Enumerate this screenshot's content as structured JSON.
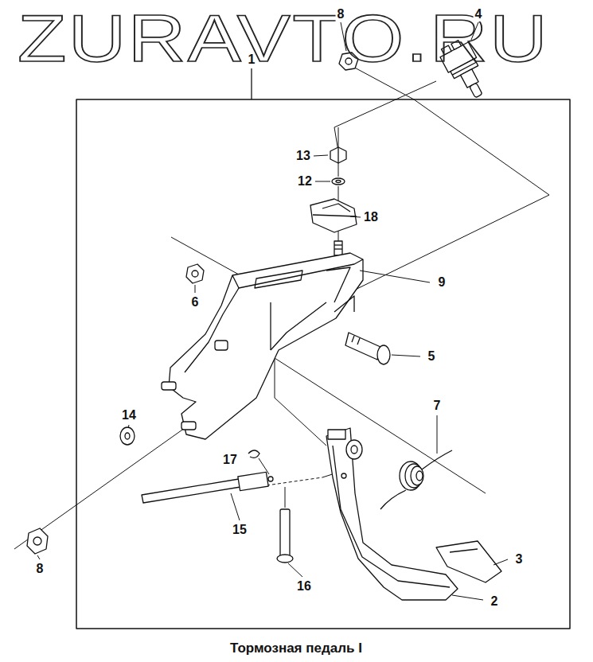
{
  "diagram": {
    "caption": "Тормозная педаль I",
    "labels": [
      "ZURAVTO.RU",
      "8",
      "4",
      "1",
      "13",
      "12",
      "18",
      "6",
      "9",
      "5",
      "7",
      "14",
      "17",
      "15",
      "3",
      "8",
      "16",
      "2"
    ]
  }
}
